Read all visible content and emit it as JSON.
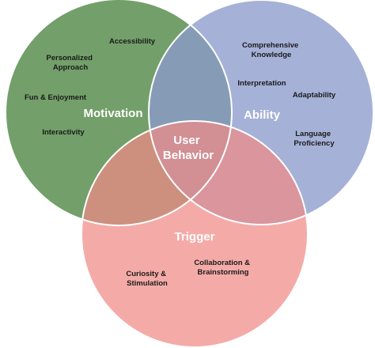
{
  "colors": {
    "motivation": "#6b9a62",
    "ability": "#8c9bcc",
    "trigger": "#f08a86",
    "outline": "#ffffff"
  },
  "diagram": {
    "center": [
      "User",
      "Behavior"
    ],
    "motivation": {
      "title": "Motivation",
      "items": {
        "accessibility": [
          "Accessibility"
        ],
        "personalized": [
          "Personalized",
          "Approach"
        ],
        "fun": [
          "Fun & Enjoyment"
        ],
        "interactivity": [
          "Interactivity"
        ]
      }
    },
    "ability": {
      "title": "Ability",
      "items": {
        "comprehensive": [
          "Comprehensive",
          "Knowledge"
        ],
        "interpretation": [
          "Interpretation"
        ],
        "adaptability": [
          "Adaptability"
        ],
        "language": [
          "Language",
          "Proficiency"
        ]
      }
    },
    "trigger": {
      "title": "Trigger",
      "items": {
        "curiosity": [
          "Curiosity &",
          "Stimulation"
        ],
        "collaboration": [
          "Collaboration &",
          "Brainstorming"
        ]
      }
    }
  }
}
